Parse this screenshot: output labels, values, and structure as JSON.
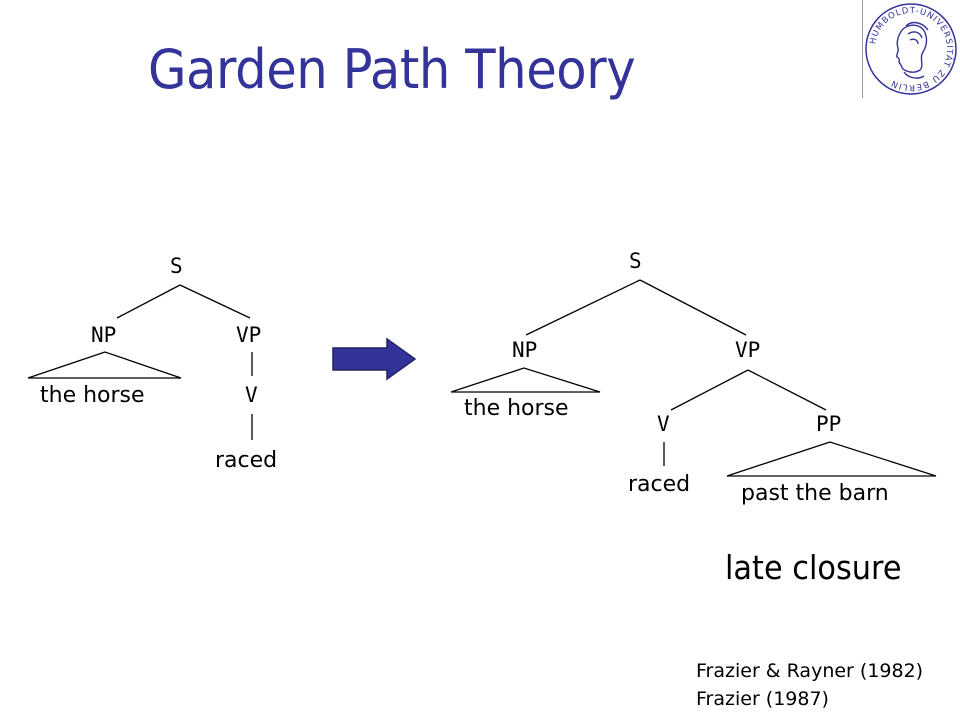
{
  "slide": {
    "title": "Garden Path Theory",
    "caption": "late closure",
    "references": [
      "Frazier & Rayner (1982)",
      "Frazier (1987)"
    ]
  },
  "logo": {
    "ring_text": "HUMBOLDT-UNIVERSITÄT ZU BERLIN",
    "color": "#333399"
  },
  "tree_left": {
    "root": "S",
    "np": "NP",
    "np_leaf": "the horse",
    "vp": "VP",
    "v": "V",
    "v_leaf": "raced"
  },
  "tree_right": {
    "root": "S",
    "np": "NP",
    "np_leaf": "the horse",
    "vp": "VP",
    "v": "V",
    "v_leaf": "raced",
    "pp": "PP",
    "pp_leaf": "past the barn"
  },
  "arrow": {
    "color": "#333399"
  },
  "colors": {
    "title": "#333399",
    "text": "#000000",
    "background": "#ffffff"
  }
}
